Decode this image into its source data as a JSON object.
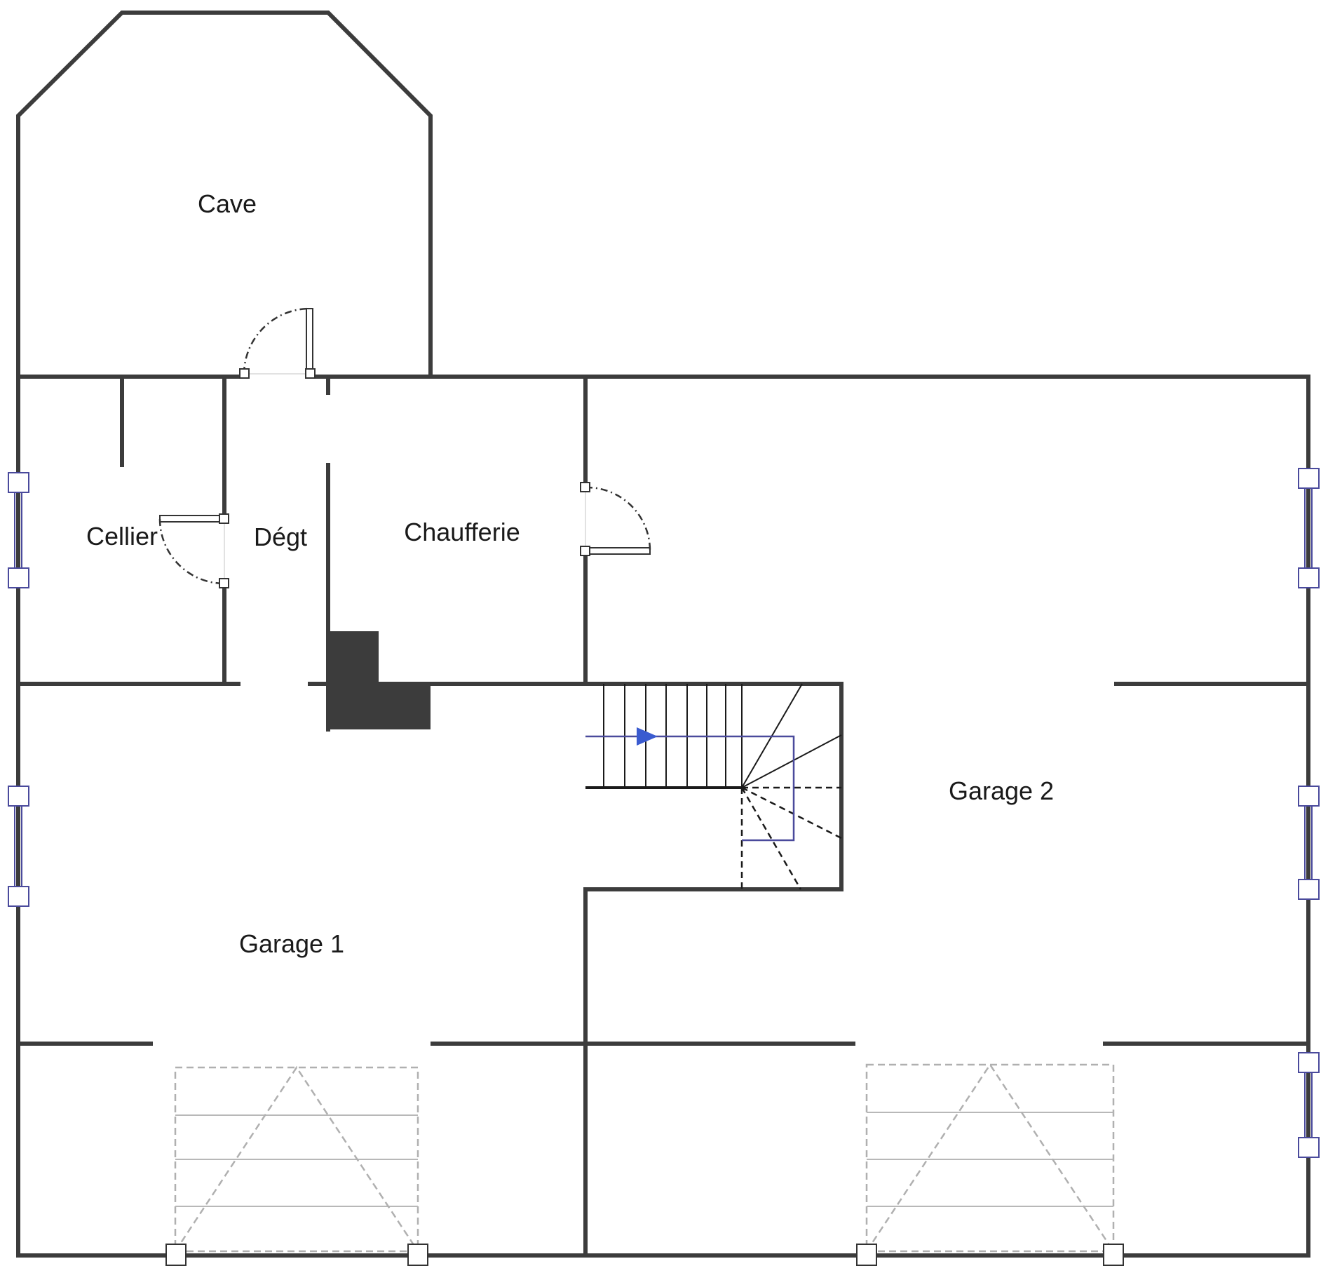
{
  "rooms": {
    "cave": "Cave",
    "cellier": "Cellier",
    "degt": "Dégt",
    "chaufferie": "Chaufferie",
    "garage1": "Garage 1",
    "garage2": "Garage 2"
  },
  "colors": {
    "wall": "#3c3c3c",
    "window": "#4a4a9c",
    "stair_arrow": "#3a5bd0",
    "door_swing": "#333333",
    "garage_door": "#a8a8a8"
  }
}
